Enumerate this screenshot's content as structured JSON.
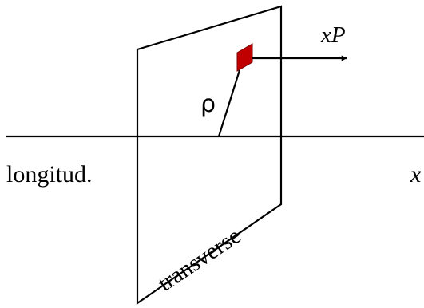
{
  "labels": {
    "longitudinal": "longitud.",
    "axis": "x",
    "momentum": "xP",
    "radius": "ρ",
    "plane": "transverse"
  },
  "colors": {
    "ink": "#000000",
    "parton_fill": "#c00000",
    "parton_stroke": "#7a0000",
    "background": "#ffffff"
  }
}
